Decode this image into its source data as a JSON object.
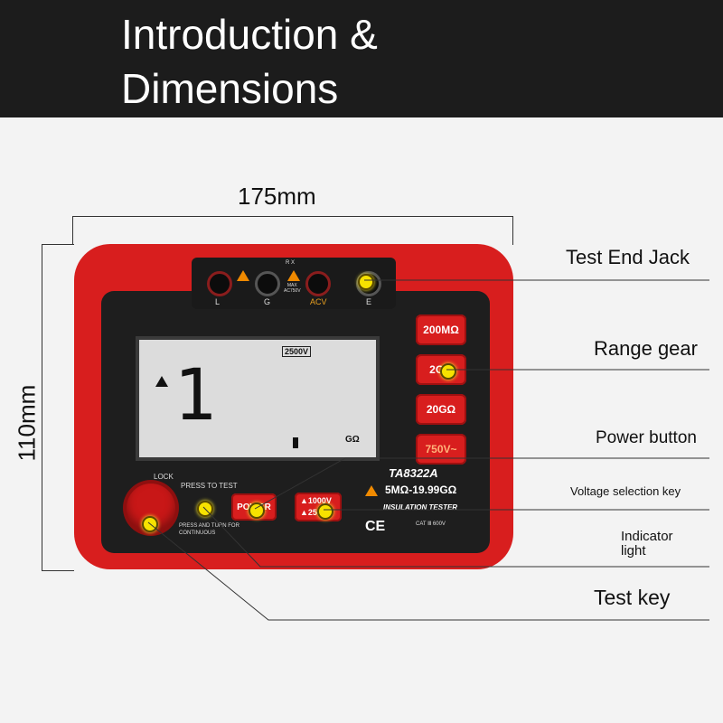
{
  "header": {
    "title": "Introduction &\nDimensions"
  },
  "dimensions": {
    "width": "175mm",
    "height": "110mm"
  },
  "callouts": {
    "test_end_jack": "Test End Jack",
    "range_gear": "Range gear",
    "power_button": "Power button",
    "voltage_selection_key": "Voltage selection key",
    "indicator_light": "Indicator\nlight",
    "test_key": "Test key"
  },
  "device": {
    "model": "TA8322A",
    "range": "5MΩ-19.99GΩ",
    "type": "INSULATION TESTER",
    "ce": "CE",
    "cat": "CAT Ⅲ 600V",
    "lcd": {
      "voltage_badge": "2500V",
      "unit": "GΩ",
      "reading": "1"
    },
    "range_buttons": [
      "200MΩ",
      "2GΩ",
      "20GΩ",
      "750V~"
    ],
    "power_label": "POWER",
    "voltage_key": {
      "line1": "▲1000V",
      "line2": "▲2500V"
    },
    "press_to_test": "PRESS TO TEST",
    "lock": "LOCK",
    "press_turn": "PRESS AND TURN FOR\nCONTINUOUS",
    "jacks": {
      "l": "L",
      "g": "G",
      "acv": "ACV",
      "e": "E",
      "max": "MAX\nAC750V",
      "rx": "R X"
    }
  },
  "colors": {
    "device_red": "#d81e1e",
    "indicator_yellow": "#f7e200",
    "header_bg": "#1c1c1c"
  }
}
